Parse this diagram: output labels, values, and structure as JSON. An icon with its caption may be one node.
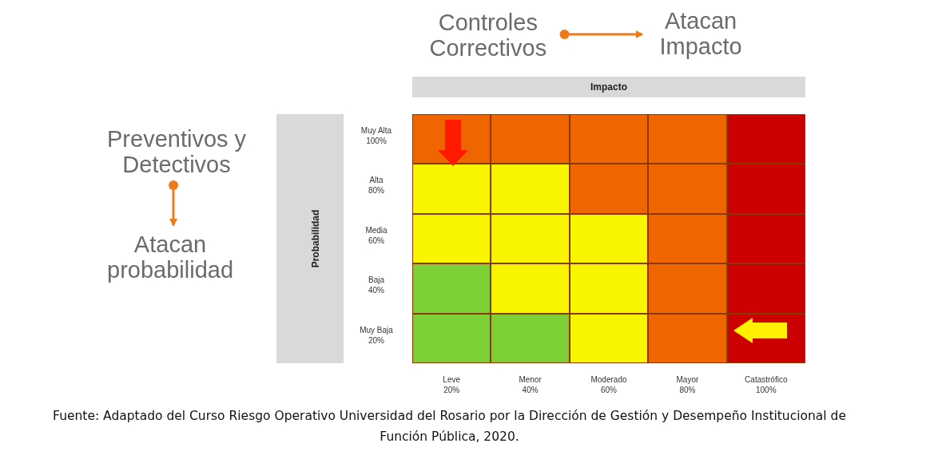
{
  "diagram": {
    "caption": "Fuente: Adaptado del Curso Riesgo Operativo Universidad del Rosario por la Dirección de Gestión y Desempeño Institucional de Función Pública, 2020.",
    "nodes": [
      {
        "text": [
          "Controles Correctivos"
        ]
      },
      {
        "text": [
          "Atacan Impacto"
        ]
      },
      {
        "text": [
          "Preventivos y Detectivos"
        ]
      },
      {
        "text": [
          "Atacan probabilidad"
        ]
      }
    ],
    "edges": [
      {
        "from": 0,
        "to": 1,
        "arrow": "to"
      },
      {
        "from": 2,
        "to": 3,
        "arrow": "to"
      }
    ],
    "labels": [
      "Impacto",
      "Muy Alta 100%",
      "Alta 80%",
      "Media 60%",
      "Baja 40%",
      "Muy Baja 20%",
      "Probabilidad",
      "Leve 20%",
      "Menor 40%",
      "Moderado 60%",
      "Mayor 80%",
      "Catastrófico 100%"
    ]
  }
}
